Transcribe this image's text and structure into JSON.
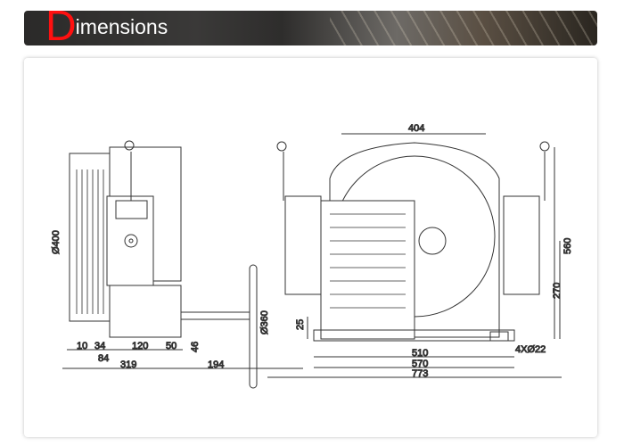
{
  "header": {
    "title_initial": "D",
    "title_rest": "imensions"
  },
  "dimensions": {
    "side": {
      "dia_flywheel": "Ø400",
      "dia_handwheel": "Ø360",
      "d10": "10",
      "d34": "34",
      "d120": "120",
      "d50": "50",
      "d84": "84",
      "d319": "319",
      "d194": "194",
      "d46": "46"
    },
    "front": {
      "d404": "404",
      "d560": "560",
      "d270": "270",
      "d25": "25",
      "d510": "510",
      "d570": "570",
      "d773": "773",
      "holes": "4XØ22"
    }
  }
}
